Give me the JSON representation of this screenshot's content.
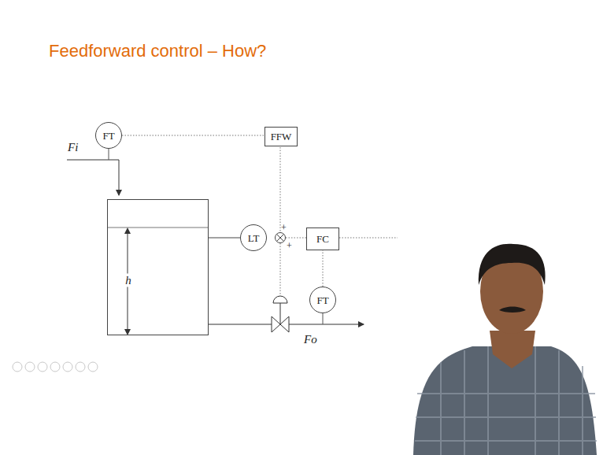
{
  "diagram": {
    "title": "Feedforward control – How?",
    "nodes": [
      {
        "text": [
          "FT"
        ]
      },
      {
        "text": [
          "FFW"
        ]
      },
      {
        "text": [
          "h"
        ]
      },
      {
        "text": [
          "LT"
        ]
      },
      {
        "text": [
          "FC"
        ]
      },
      {
        "text": [
          "FT"
        ]
      }
    ],
    "edges": [
      {
        "from": 0,
        "to": 1,
        "arrow": "none"
      },
      {
        "from": 2,
        "to": 3,
        "arrow": "none"
      },
      {
        "from": 5,
        "to": 4,
        "arrow": "none"
      }
    ],
    "labels": [
      "Fi",
      "+",
      "+",
      "Fo"
    ]
  }
}
